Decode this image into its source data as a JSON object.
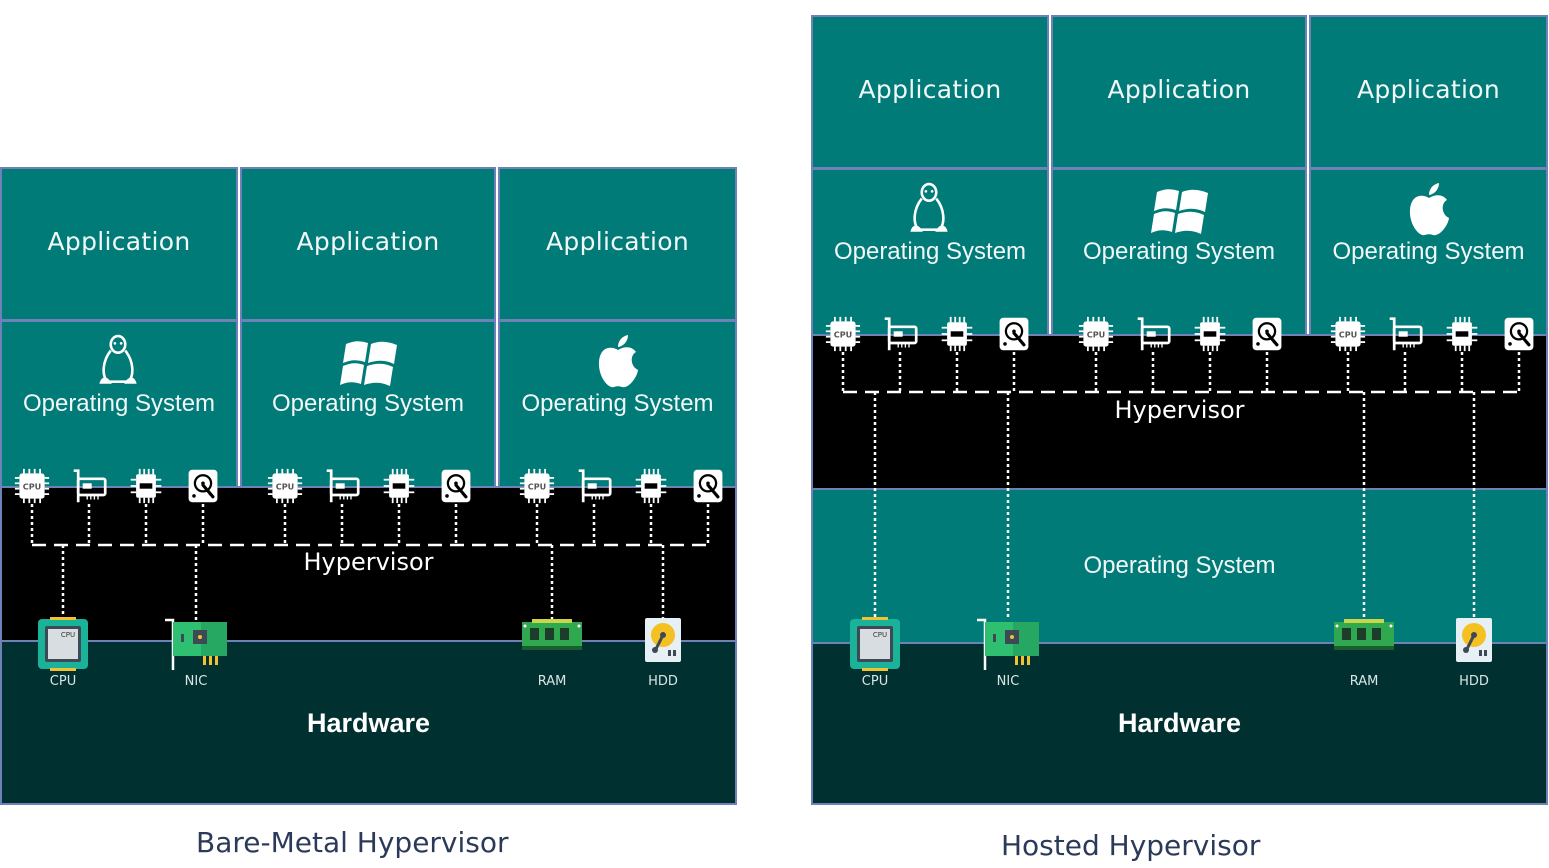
{
  "colors": {
    "app_layer": "#007b78",
    "os_layer": "#007b78",
    "hypervisor_layer": "#000000",
    "hardware_layer": "#00302f",
    "border": "#6f82b8",
    "caption_text": "#2c3a5a"
  },
  "bare_metal": {
    "caption": "Bare-Metal Hypervisor",
    "applications": [
      "Application",
      "Application",
      "Application"
    ],
    "guest_os": [
      {
        "label": "Operating System",
        "icon": "linux-tux-icon"
      },
      {
        "label": "Operating System",
        "icon": "windows-logo-icon"
      },
      {
        "label": "Operating System",
        "icon": "apple-logo-icon"
      }
    ],
    "virtual_devices": [
      "vCPU",
      "vNIC",
      "vRAM",
      "vHDD"
    ],
    "hypervisor_label": "Hypervisor",
    "hardware_label": "Hardware",
    "hardware_devices": [
      {
        "label": "CPU",
        "icon": "cpu-chip-icon"
      },
      {
        "label": "NIC",
        "icon": "network-card-icon"
      },
      {
        "label": "RAM",
        "icon": "ram-module-icon"
      },
      {
        "label": "HDD",
        "icon": "hard-drive-icon"
      }
    ]
  },
  "hosted": {
    "caption": "Hosted Hypervisor",
    "applications": [
      "Application",
      "Application",
      "Application"
    ],
    "guest_os": [
      {
        "label": "Operating System",
        "icon": "linux-tux-icon"
      },
      {
        "label": "Operating System",
        "icon": "windows-logo-icon"
      },
      {
        "label": "Operating System",
        "icon": "apple-logo-icon"
      }
    ],
    "virtual_devices": [
      "vCPU",
      "vNIC",
      "vRAM",
      "vHDD"
    ],
    "hypervisor_label": "Hypervisor",
    "host_os_label": "Operating System",
    "hardware_label": "Hardware",
    "hardware_devices": [
      {
        "label": "CPU",
        "icon": "cpu-chip-icon"
      },
      {
        "label": "NIC",
        "icon": "network-card-icon"
      },
      {
        "label": "RAM",
        "icon": "ram-module-icon"
      },
      {
        "label": "HDD",
        "icon": "hard-drive-icon"
      }
    ]
  }
}
